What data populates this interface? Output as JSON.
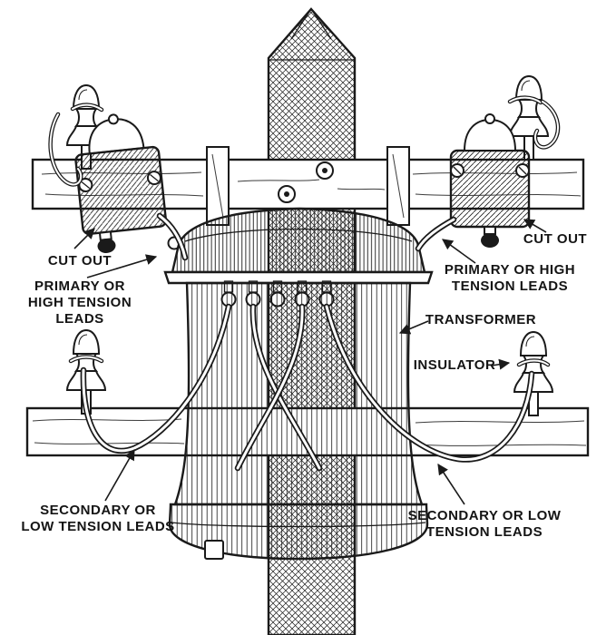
{
  "figure": {
    "background": "#ffffff",
    "ink": "#1a1a1a"
  },
  "labels": {
    "cutout_left": "CUT OUT",
    "primary_left": [
      "PRIMARY OR",
      "HIGH TENSION",
      "LEADS"
    ],
    "cutout_right": "CUT OUT",
    "primary_right": [
      "PRIMARY OR HIGH",
      "TENSION LEADS"
    ],
    "transformer": "TRANSFORMER",
    "insulator": "INSULATOR",
    "secondary_left": [
      "SECONDARY OR",
      "LOW TENSION LEADS"
    ],
    "secondary_right": [
      "SECONDARY OR LOW",
      "TENSION LEADS"
    ]
  }
}
